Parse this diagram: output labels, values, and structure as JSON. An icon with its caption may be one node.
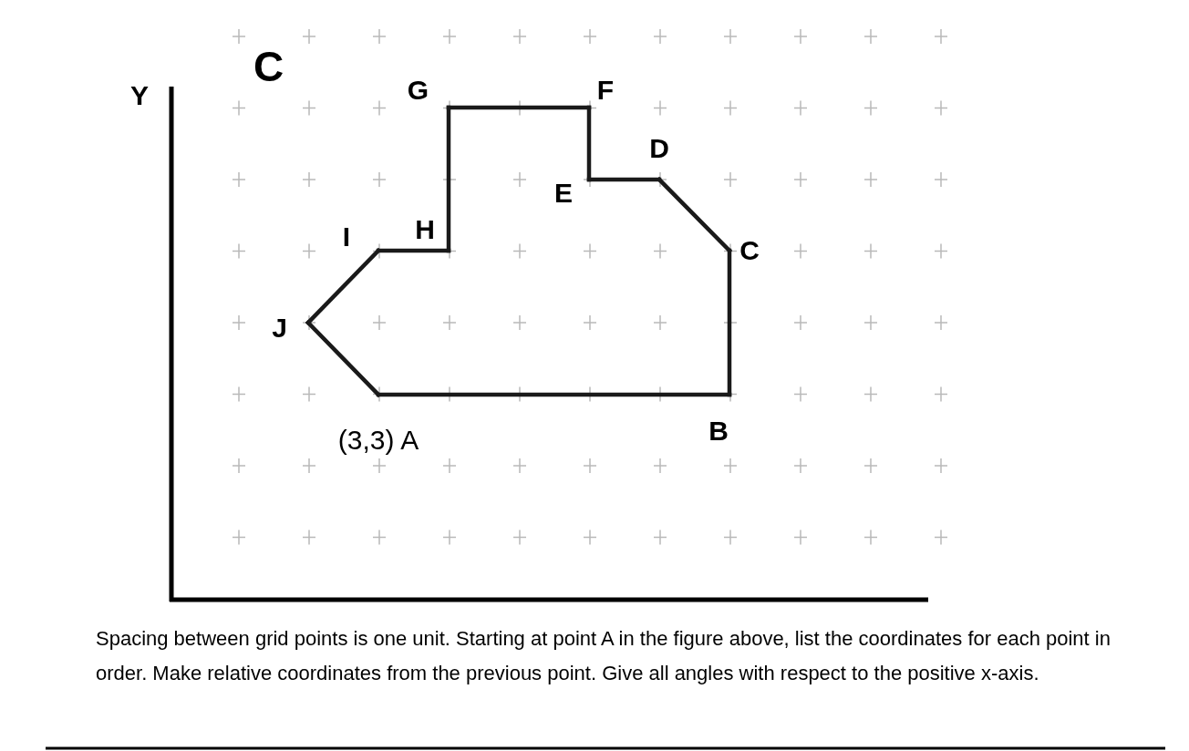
{
  "diagram": {
    "caption": "Spacing between grid points is one unit. Starting at point A in the figure above, list the coordinates for each point in order. Make relative coordinates from the previous point. Give all angles with respect to the positive x-axis.",
    "nodes": [
      {
        "text": [
          "G"
        ]
      },
      {
        "text": [
          "F"
        ]
      },
      {
        "text": [
          "D"
        ]
      },
      {
        "text": [
          "E"
        ]
      },
      {
        "text": [
          "H"
        ]
      },
      {
        "text": [
          "I"
        ]
      },
      {
        "text": [
          "C"
        ]
      },
      {
        "text": [
          "J"
        ]
      },
      {
        "text": [
          "(3,3) A"
        ]
      },
      {
        "text": [
          "B"
        ]
      }
    ],
    "edges": [
      {
        "from": 8,
        "to": 9,
        "arrow": "none"
      },
      {
        "from": 9,
        "to": 6,
        "arrow": "none"
      },
      {
        "from": 6,
        "to": 2,
        "arrow": "none"
      },
      {
        "from": 2,
        "to": 3,
        "arrow": "none"
      },
      {
        "from": 3,
        "to": 1,
        "arrow": "none"
      },
      {
        "from": 1,
        "to": 0,
        "arrow": "none"
      },
      {
        "from": 0,
        "to": 4,
        "arrow": "none"
      },
      {
        "from": 4,
        "to": 5,
        "arrow": "none"
      },
      {
        "from": 5,
        "to": 7,
        "arrow": "none"
      },
      {
        "from": 7,
        "to": 8,
        "arrow": "none"
      }
    ],
    "labels": [
      "C",
      "Y"
    ]
  }
}
